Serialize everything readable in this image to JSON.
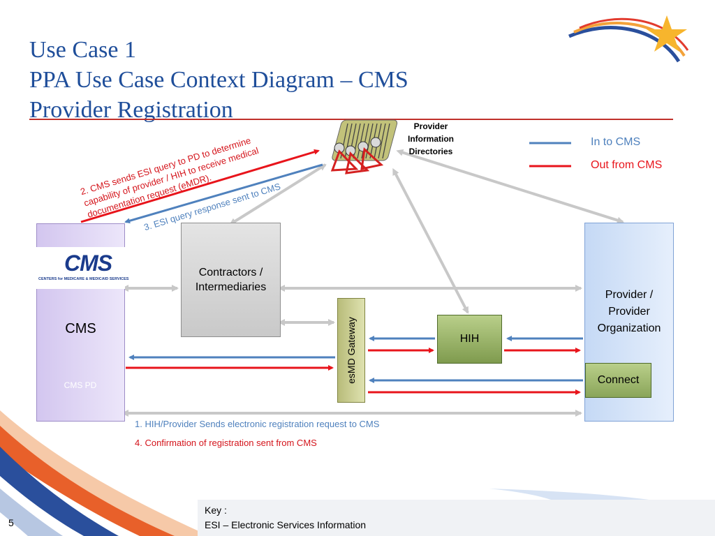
{
  "title": {
    "line1": "Use Case 1",
    "line2": "PPA Use Case Context Diagram – CMS",
    "line3": "Provider Registration"
  },
  "nodes": {
    "cms": "CMS",
    "cms_pd": "CMS PD",
    "cms_logo": "CMS",
    "cms_logo_sub": "CENTERS for MEDICARE & MEDICAID SERVICES",
    "contractors": "Contractors / Intermediaries",
    "gateway": "esMD Gateway",
    "hih": "HIH",
    "provider": "Provider / Provider Organization",
    "connect": "Connect",
    "pd_directories": "Provider Information Directories"
  },
  "legend": {
    "in": "In to CMS",
    "out": "Out from CMS"
  },
  "steps": {
    "step1": "1. HIH/Provider  Sends electronic registration request to CMS",
    "step2_line1": "2. CMS sends ESI query to PD to determine",
    "step2_line2": "capability of provider / HIH to receive medical",
    "step2_line3": "documentation request (eMDR).",
    "step3": "3. ESI query response sent to CMS",
    "step4": "4. Confirmation of registration sent from CMS"
  },
  "key": {
    "line1": "Key :",
    "line2": "ESI – Electronic Services Information"
  },
  "page_number": "5",
  "colors": {
    "in_arrow": "#4f81bd",
    "out_arrow": "#e8141b",
    "gray_arrow": "#c8c8c8",
    "title": "#1f4e9a",
    "rule": "#c0302a"
  }
}
